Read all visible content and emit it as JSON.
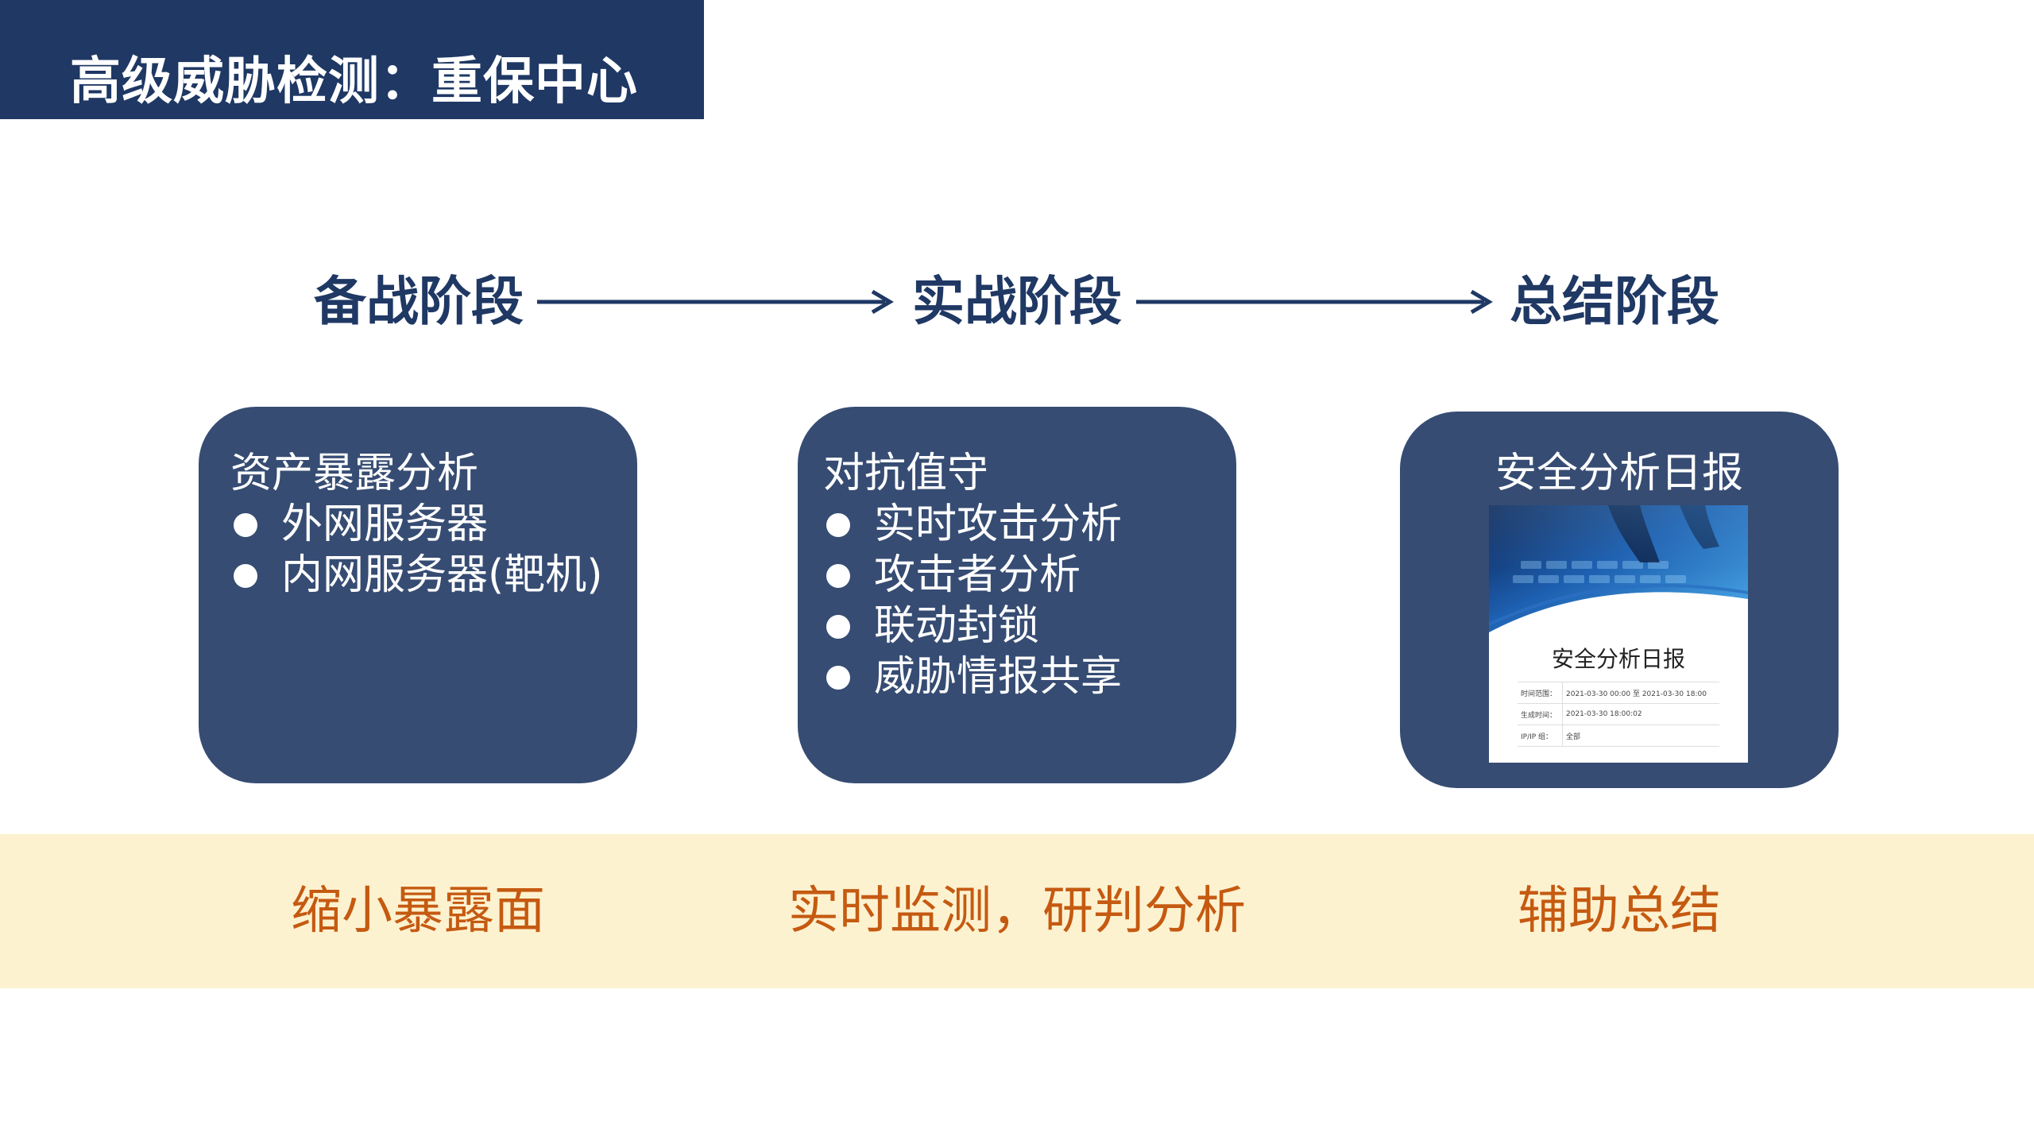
{
  "title": "高级威胁检测：重保中心",
  "stages": [
    {
      "label": "备战阶段"
    },
    {
      "label": "实战阶段"
    },
    {
      "label": "总结阶段"
    }
  ],
  "cards": {
    "prep": {
      "title": "资产暴露分析",
      "bullets": [
        "外网服务器",
        "内网服务器(靶机)"
      ]
    },
    "combat": {
      "title": "对抗值守",
      "bullets": [
        "实时攻击分析",
        "攻击者分析",
        "联动封锁",
        "威胁情报共享"
      ]
    },
    "summary": {
      "title": "安全分析日报",
      "report": {
        "heading": "安全分析日报",
        "rows": [
          {
            "key": "时间范围：",
            "value": "2021-03-30 00:00 至 2021-03-30 18:00"
          },
          {
            "key": "生成时间：",
            "value": "2021-03-30 18:00:02"
          },
          {
            "key": "IP/IP 组：",
            "value": "全部"
          }
        ]
      }
    }
  },
  "outcomes": [
    "缩小暴露面",
    "实时监测，研判分析",
    "辅助总结"
  ],
  "colors": {
    "navy": "#1f3864",
    "card": "#364c73",
    "band": "#fdf2d0",
    "outcome": "#c55a11"
  }
}
